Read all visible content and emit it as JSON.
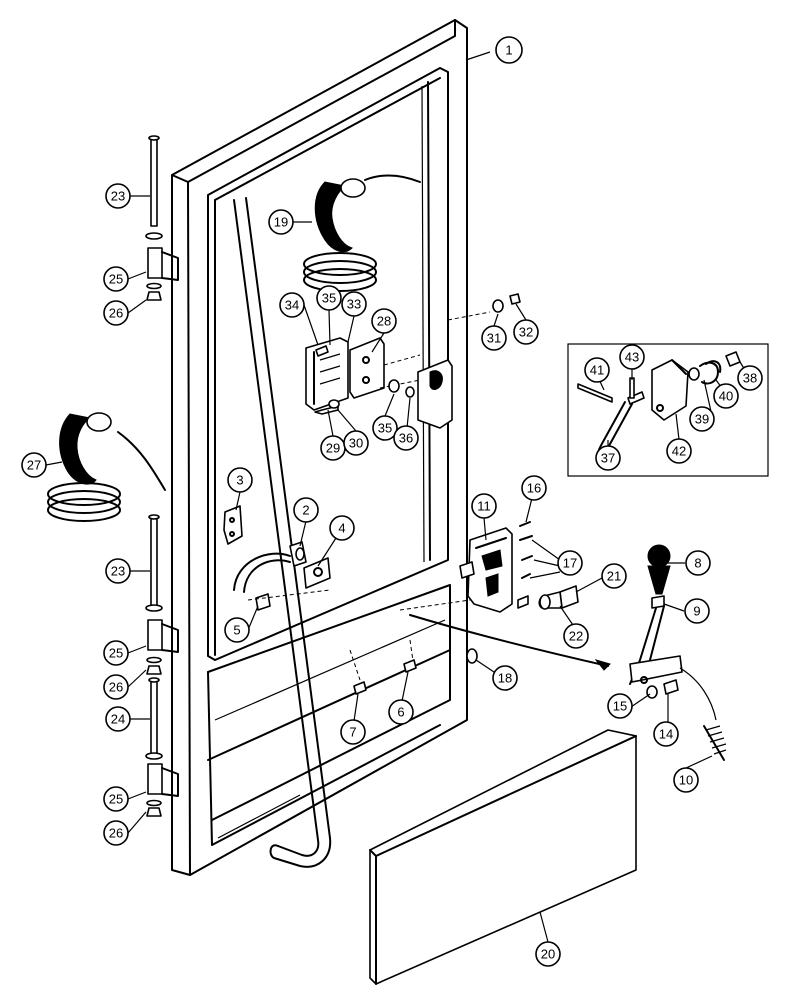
{
  "diagram": {
    "callouts": [
      {
        "id": "c1",
        "label": "1"
      },
      {
        "id": "c2",
        "label": "2"
      },
      {
        "id": "c3",
        "label": "3"
      },
      {
        "id": "c4",
        "label": "4"
      },
      {
        "id": "c5",
        "label": "5"
      },
      {
        "id": "c6",
        "label": "6"
      },
      {
        "id": "c7",
        "label": "7"
      },
      {
        "id": "c8",
        "label": "8"
      },
      {
        "id": "c9",
        "label": "9"
      },
      {
        "id": "c10",
        "label": "10"
      },
      {
        "id": "c11",
        "label": "11"
      },
      {
        "id": "c14",
        "label": "14"
      },
      {
        "id": "c15",
        "label": "15"
      },
      {
        "id": "c16",
        "label": "16"
      },
      {
        "id": "c17",
        "label": "17"
      },
      {
        "id": "c18",
        "label": "18"
      },
      {
        "id": "c19",
        "label": "19"
      },
      {
        "id": "c20",
        "label": "20"
      },
      {
        "id": "c21",
        "label": "21"
      },
      {
        "id": "c22",
        "label": "22"
      },
      {
        "id": "c23a",
        "label": "23"
      },
      {
        "id": "c23b",
        "label": "23"
      },
      {
        "id": "c24",
        "label": "24"
      },
      {
        "id": "c25a",
        "label": "25"
      },
      {
        "id": "c25b",
        "label": "25"
      },
      {
        "id": "c25c",
        "label": "25"
      },
      {
        "id": "c26a",
        "label": "26"
      },
      {
        "id": "c26b",
        "label": "26"
      },
      {
        "id": "c26c",
        "label": "26"
      },
      {
        "id": "c27",
        "label": "27"
      },
      {
        "id": "c28",
        "label": "28"
      },
      {
        "id": "c29",
        "label": "29"
      },
      {
        "id": "c30",
        "label": "30"
      },
      {
        "id": "c31",
        "label": "31"
      },
      {
        "id": "c32",
        "label": "32"
      },
      {
        "id": "c33",
        "label": "33"
      },
      {
        "id": "c34",
        "label": "34"
      },
      {
        "id": "c35a",
        "label": "35"
      },
      {
        "id": "c35b",
        "label": "35"
      },
      {
        "id": "c36",
        "label": "36"
      },
      {
        "id": "c37",
        "label": "37"
      },
      {
        "id": "c38",
        "label": "38"
      },
      {
        "id": "c39",
        "label": "39"
      },
      {
        "id": "c40",
        "label": "40"
      },
      {
        "id": "c41",
        "label": "41"
      },
      {
        "id": "c42",
        "label": "42"
      },
      {
        "id": "c43",
        "label": "43"
      }
    ]
  }
}
